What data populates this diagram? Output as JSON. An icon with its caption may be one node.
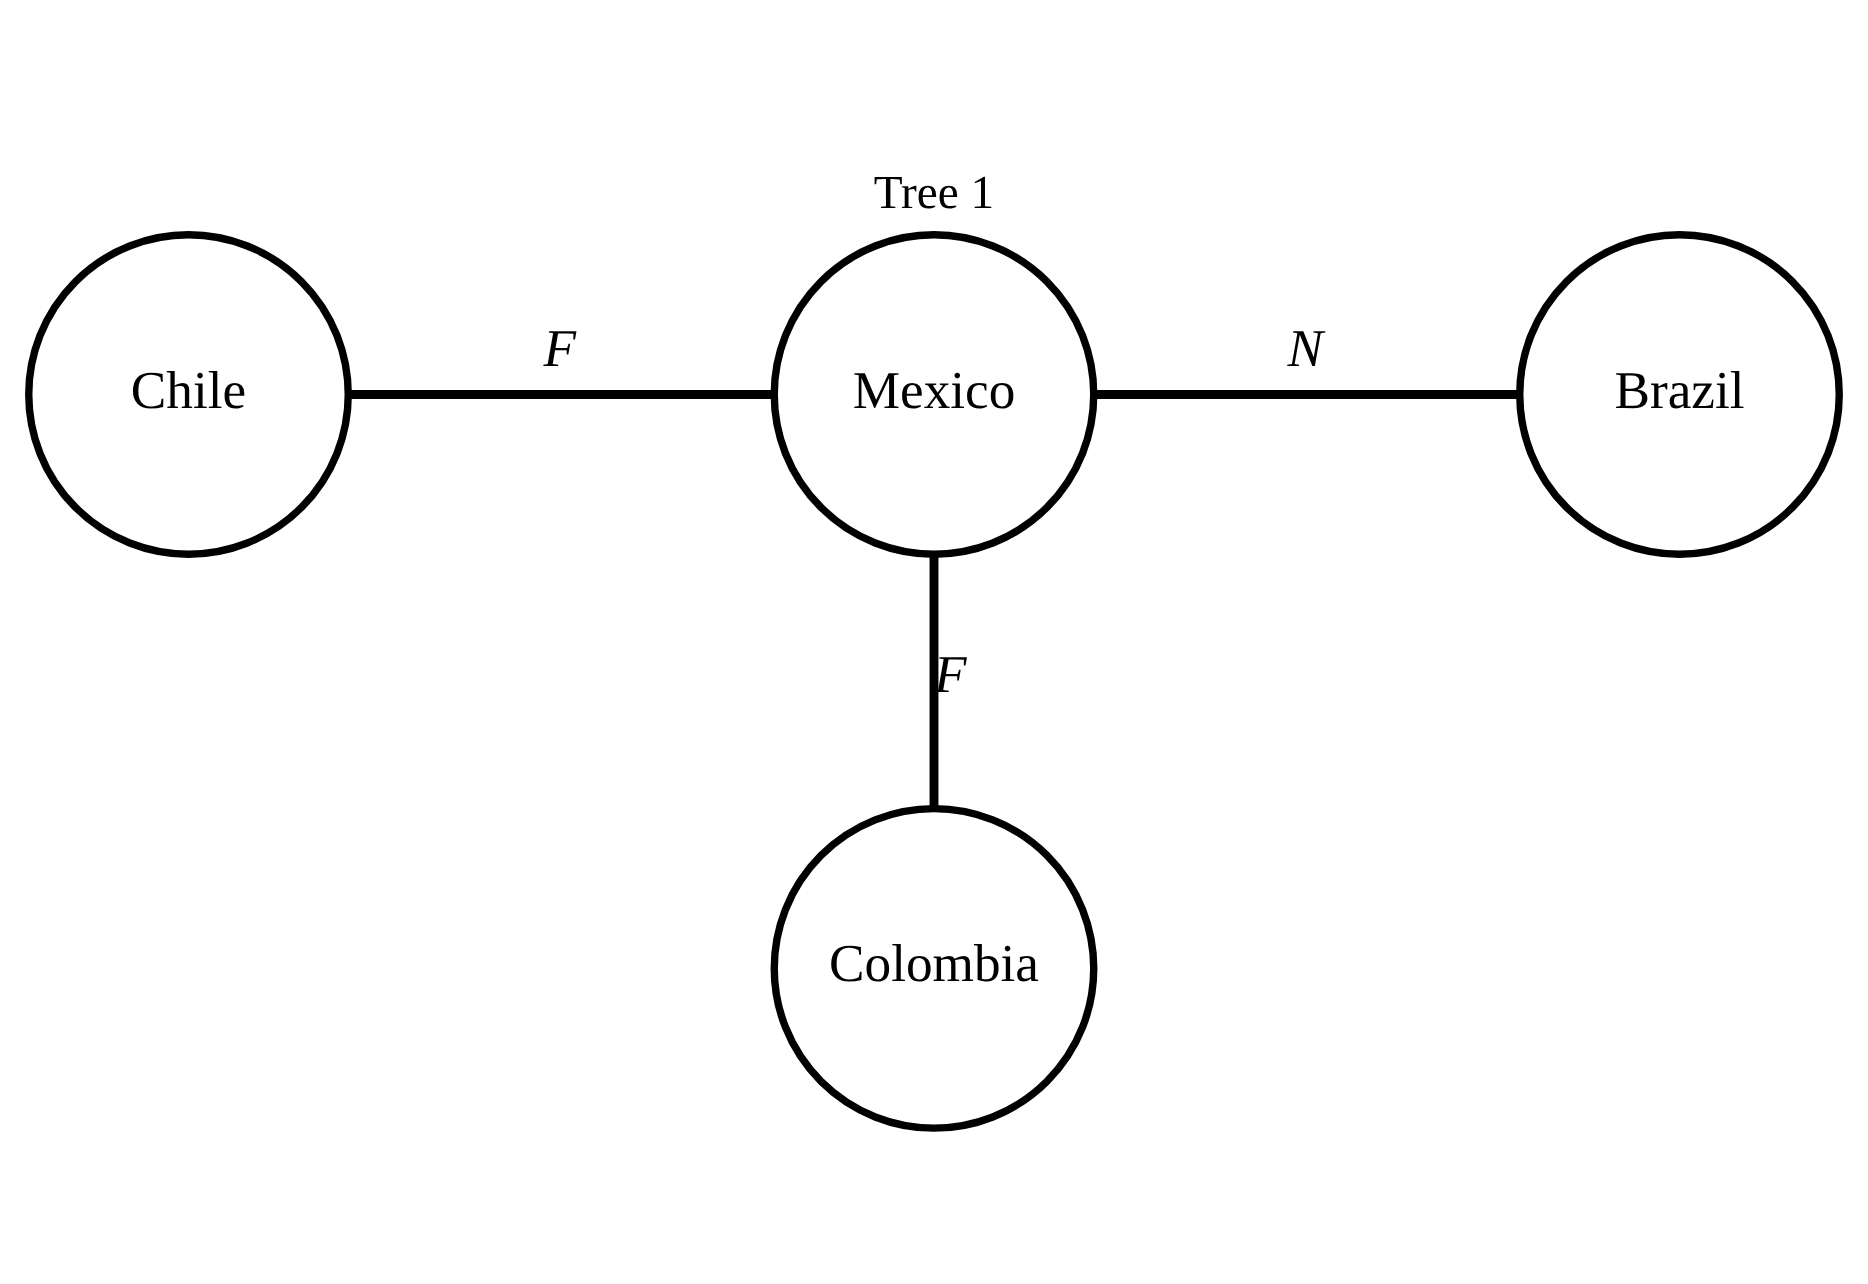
{
  "diagram": {
    "title": "Tree 1",
    "nodes": [
      {
        "text": [
          "Chile"
        ]
      },
      {
        "text": [
          "Mexico"
        ]
      },
      {
        "text": [
          "Brazil"
        ]
      },
      {
        "text": [
          "Colombia"
        ]
      }
    ],
    "edges": [
      {
        "from": 0,
        "to": 1,
        "arrow": "none",
        "label": "F"
      },
      {
        "from": 1,
        "to": 2,
        "arrow": "none",
        "label": "N"
      },
      {
        "from": 1,
        "to": 3,
        "arrow": "none",
        "label": "F"
      }
    ]
  }
}
